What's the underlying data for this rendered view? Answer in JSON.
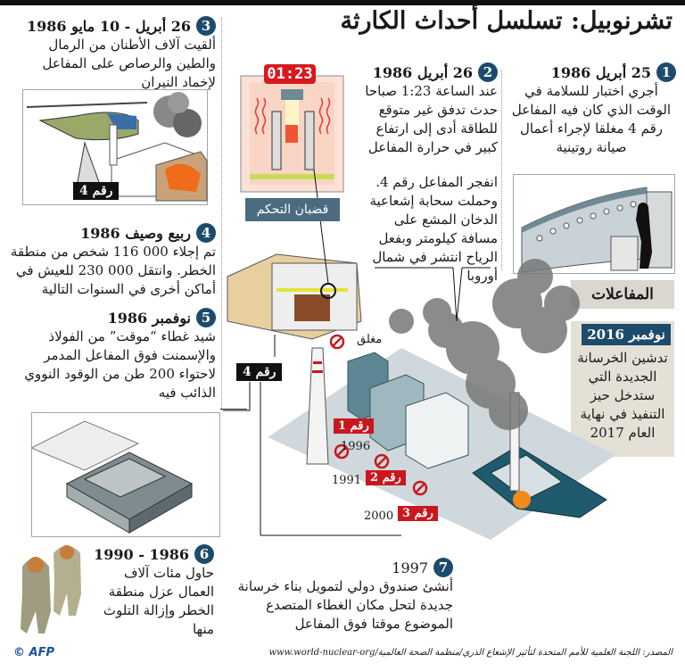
{
  "title": "تشرنوبيل: تسلسل أحداث الكارثة",
  "events": [
    {
      "num": "1",
      "date": "25 أبريل 1986",
      "text": "أجري اختبار للسلامة في الوقت الذي كان فيه  المفاعل رقم 4 مغلقا لإجراء أعمال صيانة روتينية"
    },
    {
      "num": "2",
      "date": "26 أبريل 1986",
      "text": "عند الساعة 1:23 صباحا حدث تدفق غير متوقع للطاقة أدى إلى ارتفاع كبير في حرارة المفاعل",
      "text2": "انفجر المفاعل رقم 4. وحملت سحابة إشعاعية الدخان المشع على مسافة كيلومتر وبفعل الرياح انتشر في شمال أوروبا"
    },
    {
      "num": "3",
      "date": "26 أبريل - 10 مايو 1986",
      "text": "ألقيت آلاف الأطنان من الرمال والطين والرصاص على المفاعل لإخماد النيران"
    },
    {
      "num": "4",
      "date": "ربيع وصيف 1986",
      "text": "تم إجلاء 000 116 شخص من منطقة الخطر. وانتقل 000 230 للعيش في أماكن أخرى في السنوات التالية"
    },
    {
      "num": "5",
      "date": "نوفمبر 1986",
      "text": "شيد غطاء “موقت” من الفولاذ والإسمنت فوق المفاعل المدمر لاحتواء 200 طن من الوقود النووي الذائب فيه"
    },
    {
      "num": "6",
      "date": "1986 - 1990",
      "text": "حاول مئات آلاف العمال عزل منطقة الخطر وإزالة التلوث منها"
    },
    {
      "num": "7",
      "date": "1997",
      "text": "أنشئ صندوق دولي لتمويل بناء خرسانة جديدة  لتحل مكان الغطاء المتصدع الموضوع موقتا فوق المفاعل"
    }
  ],
  "reactors_label": "المفاعلات",
  "nov2016": {
    "date": "نوفمبر 2016",
    "text": "تدشين الخرسانة الجديدة التي ستدخل حيز التنفيذ في نهاية العام 2017"
  },
  "diagram": {
    "timer": "01:23",
    "control_rods": "قضبان التحكم",
    "closed": "مغلق",
    "unit4": "رقم 4",
    "units": [
      {
        "label": "رقم 1",
        "year": "1996"
      },
      {
        "label": "رقم 2",
        "year": "1991"
      },
      {
        "label": "رقم 3",
        "year": "2000"
      }
    ]
  },
  "source": "المصدر: اللجنة العلمية للأمم المتحدة لتأثير الإشعاع الذري/منظمة الصحة العالمية/www.world-nuclear-org",
  "credit": "© AFP",
  "colors": {
    "accent_blue": "#1d4b6b",
    "red": "#c8181e",
    "beige": "#e4e0d6"
  }
}
